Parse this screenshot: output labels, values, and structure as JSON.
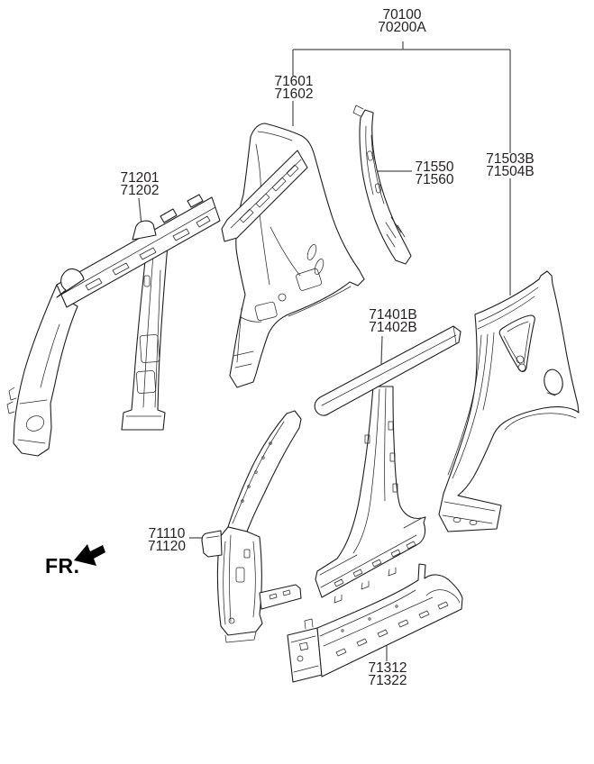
{
  "diagram": {
    "fr_indicator": "FR.",
    "callouts": {
      "assembly": {
        "line1": "70100",
        "line2": "70200A"
      },
      "quarter_inner_panel": {
        "line1": "71601",
        "line2": "71602"
      },
      "roof_side_rail_inner": {
        "line1": "71201",
        "line2": "71202"
      },
      "pillar_reinforcement": {
        "line1": "71550",
        "line2": "71560"
      },
      "quarter_outer_panel": {
        "line1": "71503B",
        "line2": "71504B"
      },
      "center_pillar_outer": {
        "line1": "71401B",
        "line2": "71402B"
      },
      "front_pillar_outer": {
        "line1": "71110",
        "line2": "71120"
      },
      "side_sill_outer": {
        "line1": "71312",
        "line2": "71322"
      }
    },
    "colors": {
      "line": "#1e1e1e",
      "leader": "#4d4d4d",
      "text": "#231f20",
      "background": "#ffffff",
      "fr_arrow": "#000000"
    }
  }
}
